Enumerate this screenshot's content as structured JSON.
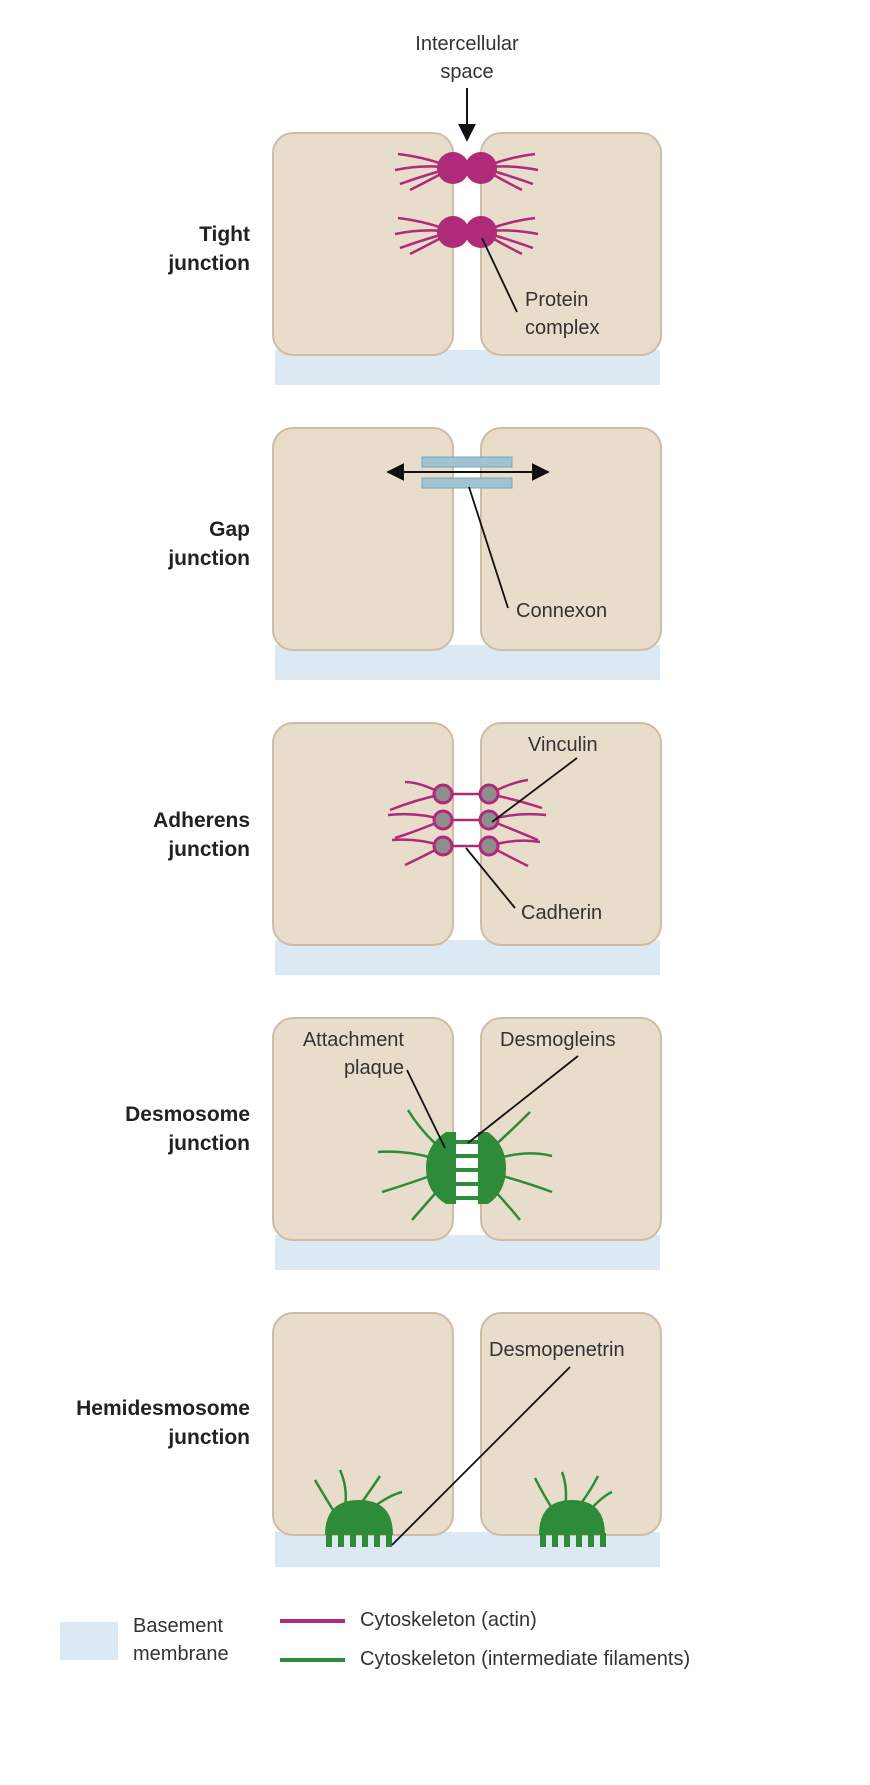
{
  "top_label": {
    "line1": "Intercellular",
    "line2": "space"
  },
  "rows": [
    {
      "label1": "Tight",
      "label2": "junction",
      "callouts": [
        {
          "line1": "Protein",
          "line2": "complex"
        }
      ]
    },
    {
      "label1": "Gap",
      "label2": "junction",
      "callouts": [
        {
          "line1": "Connexon"
        }
      ]
    },
    {
      "label1": "Adherens",
      "label2": "junction",
      "callouts": [
        {
          "line1": "Vinculin"
        },
        {
          "line1": "Cadherin"
        }
      ]
    },
    {
      "label1": "Desmosome",
      "label2": "junction",
      "callouts": [
        {
          "line1": "Attachment",
          "line2": "plaque"
        },
        {
          "line1": "Desmogleins"
        }
      ]
    },
    {
      "label1": "Hemidesmosome",
      "label2": "junction",
      "callouts": [
        {
          "line1": "Desmopenetrin"
        }
      ]
    }
  ],
  "legend": {
    "basement": {
      "line1": "Basement",
      "line2": "membrane"
    },
    "actin": "Cytoskeleton (actin)",
    "intermediate": "Cytoskeleton (intermediate filaments)"
  },
  "colors": {
    "cell": "#e8dccb",
    "cell_stroke": "#cdbda6",
    "basement": "#dce8f2",
    "actin": "#b02a7a",
    "actin_node": "#8e8e8e",
    "intermediate": "#2e8b3a",
    "connexon": "#9fc3d0"
  }
}
